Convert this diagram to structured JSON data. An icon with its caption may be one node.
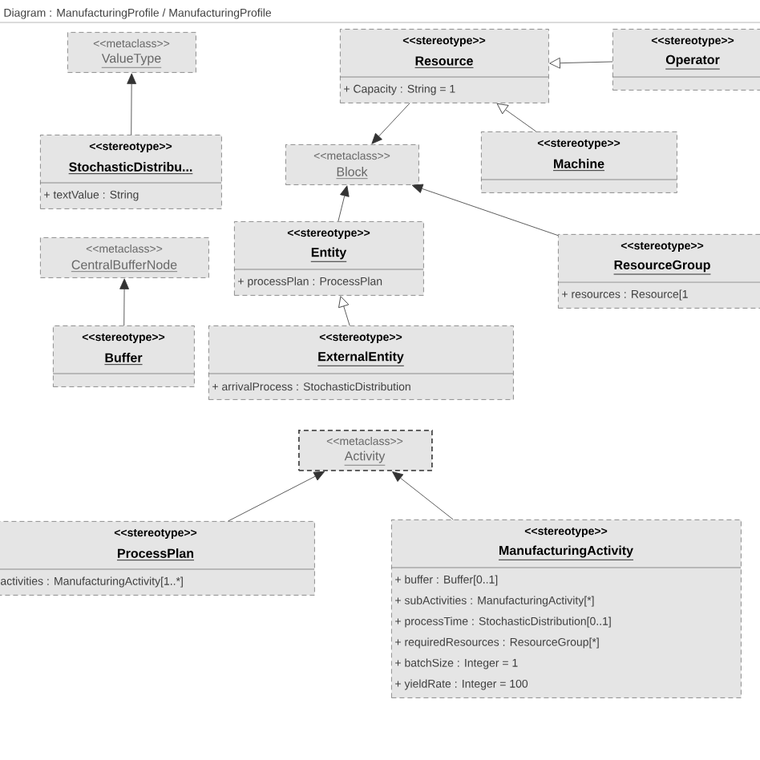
{
  "diagram": {
    "title": "Diagram : ManufacturingProfile / ManufacturingProfile",
    "nodes": [
      {
        "text": [
          "<<metaclass>>",
          "ValueType"
        ]
      },
      {
        "text": [
          "<<stereotype>>",
          "Resource",
          "+ Capacity : String = 1"
        ]
      },
      {
        "text": [
          "<<stereotype>>",
          "Operator"
        ]
      },
      {
        "text": [
          "<<stereotype>>",
          "StochasticDistribu...",
          "+ textValue : String"
        ]
      },
      {
        "text": [
          "<<metaclass>>",
          "Block"
        ]
      },
      {
        "text": [
          "<<stereotype>>",
          "Machine"
        ]
      },
      {
        "text": [
          "<<metaclass>>",
          "CentralBufferNode"
        ]
      },
      {
        "text": [
          "<<stereotype>>",
          "Entity",
          "+ processPlan : ProcessPlan"
        ]
      },
      {
        "text": [
          "<<stereotype>>",
          "ResourceGroup",
          "+ resources : Resource[1"
        ]
      },
      {
        "text": [
          "<<stereotype>>",
          "Buffer"
        ]
      },
      {
        "text": [
          "<<stereotype>>",
          "ExternalEntity",
          "+ arrivalProcess : StochasticDistribution"
        ]
      },
      {
        "text": [
          "<<metaclass>>",
          "Activity"
        ]
      },
      {
        "text": [
          "<<stereotype>>",
          "ProcessPlan",
          "activities : ManufacturingActivity[1..*]"
        ]
      },
      {
        "text": [
          "<<stereotype>>",
          "ManufacturingActivity",
          "+ buffer : Buffer[0..1]",
          "+ subActivities : ManufacturingActivity[*]",
          "+ processTime : StochasticDistribution[0..1]",
          "+ requiredResources : ResourceGroup[*]",
          "+ batchSize : Integer = 1",
          "+ yieldRate : Integer = 100"
        ]
      }
    ],
    "edges": [
      {
        "from": 3,
        "to": 0,
        "arrow": "to"
      },
      {
        "from": 2,
        "to": 1,
        "arrow": "to"
      },
      {
        "from": 5,
        "to": 1,
        "arrow": "to"
      },
      {
        "from": 1,
        "to": 4,
        "arrow": "to"
      },
      {
        "from": 8,
        "to": 4,
        "arrow": "to"
      },
      {
        "from": 7,
        "to": 4,
        "arrow": "to"
      },
      {
        "from": 9,
        "to": 6,
        "arrow": "to"
      },
      {
        "from": 10,
        "to": 7,
        "arrow": "to"
      },
      {
        "from": 12,
        "to": 11,
        "arrow": "to"
      },
      {
        "from": 13,
        "to": 11,
        "arrow": "to"
      }
    ]
  }
}
